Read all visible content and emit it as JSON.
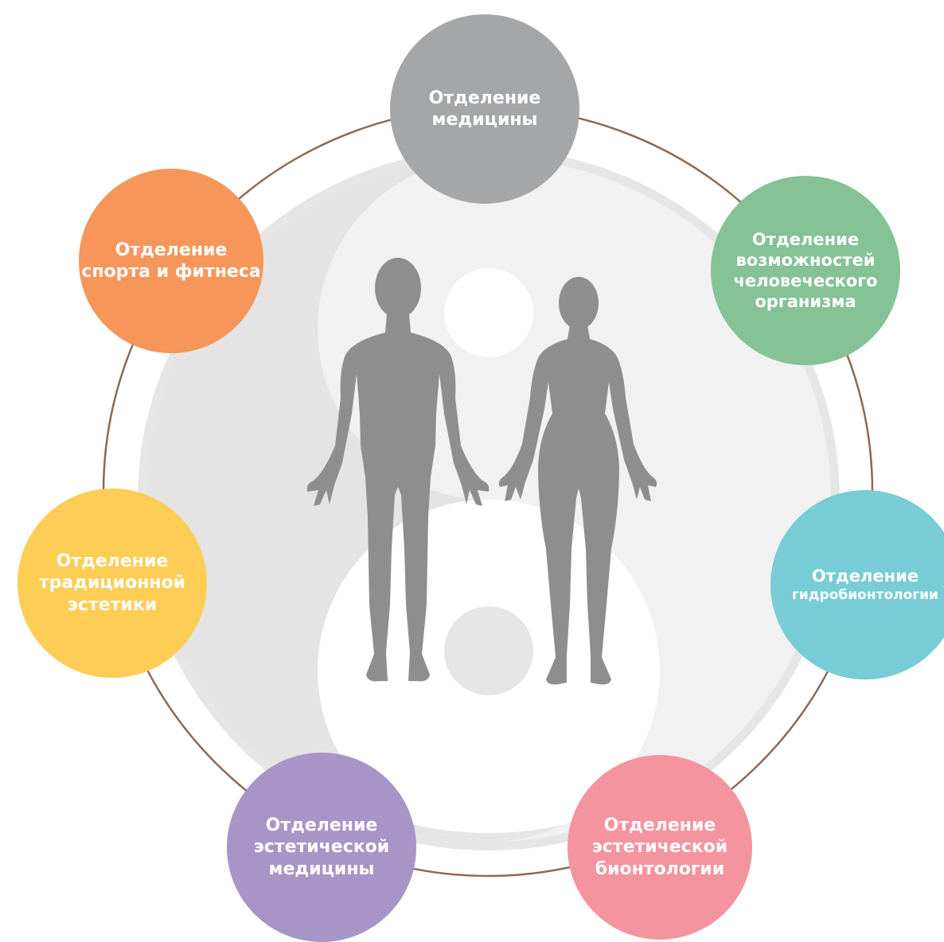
{
  "colors": {
    "ring": "#8b6a55",
    "background_symbol": "#e4e4e4",
    "figure": "#8e8e8e",
    "medicine": "#a5a6a8",
    "capabilities": "#85c296",
    "hydro": "#77ccd6",
    "bionto": "#f4949f",
    "aesthetic_medicine": "#a795c7",
    "traditional": "#fdcd55",
    "sport": "#f6965b"
  },
  "departments": [
    {
      "id": "medicine",
      "lines": [
        "Отделение",
        "медицины"
      ]
    },
    {
      "id": "capabilities",
      "lines": [
        "Отделение",
        "возможностей",
        "человеческого",
        "организма"
      ]
    },
    {
      "id": "hydro",
      "lines": [
        "Отделение",
        "гидробионтологии"
      ]
    },
    {
      "id": "bionto",
      "lines": [
        "Отделение",
        "эстетической",
        "бионтологии"
      ]
    },
    {
      "id": "aesthetic_medicine",
      "lines": [
        "Отделение",
        "эстетической",
        "медицины"
      ]
    },
    {
      "id": "traditional",
      "lines": [
        "Отделение",
        "традиционной",
        "эстетики"
      ]
    },
    {
      "id": "sport",
      "lines": [
        "Отделение",
        "спорта и фитнеса"
      ]
    }
  ]
}
